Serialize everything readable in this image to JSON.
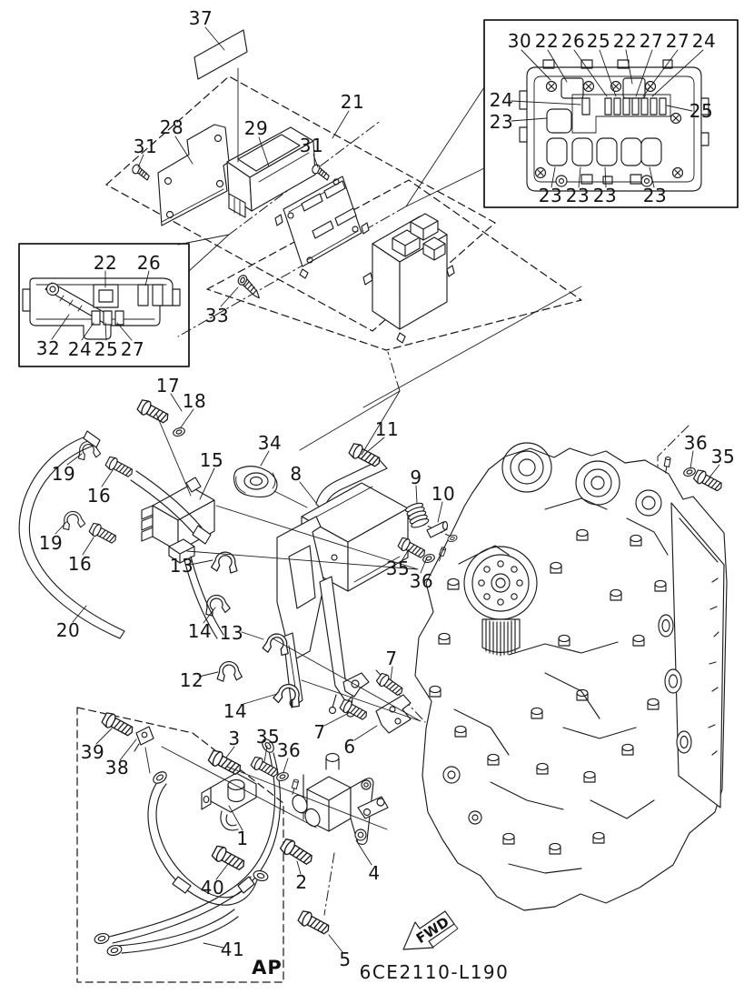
{
  "drawing_code": "6CE2110-L190",
  "labels": {
    "ap": "AP",
    "fwd": "FWD"
  },
  "colors": {
    "line": "#1c1c1c",
    "background": "#ffffff"
  },
  "callouts": [
    "37",
    "21",
    "28",
    "29",
    "31",
    "31",
    "33",
    "22",
    "26",
    "32",
    "24",
    "25",
    "27",
    "30",
    "22",
    "26",
    "25",
    "22",
    "27",
    "27",
    "24",
    "24",
    "23",
    "25",
    "23",
    "23",
    "23",
    "23",
    "17",
    "18",
    "11",
    "34",
    "8",
    "9",
    "10",
    "36",
    "35",
    "19",
    "16",
    "19",
    "16",
    "15",
    "13",
    "35",
    "36",
    "14",
    "13",
    "20",
    "12",
    "14",
    "7",
    "7",
    "6",
    "3",
    "35",
    "36",
    "39",
    "38",
    "1",
    "2",
    "4",
    "40",
    "41",
    "5"
  ]
}
